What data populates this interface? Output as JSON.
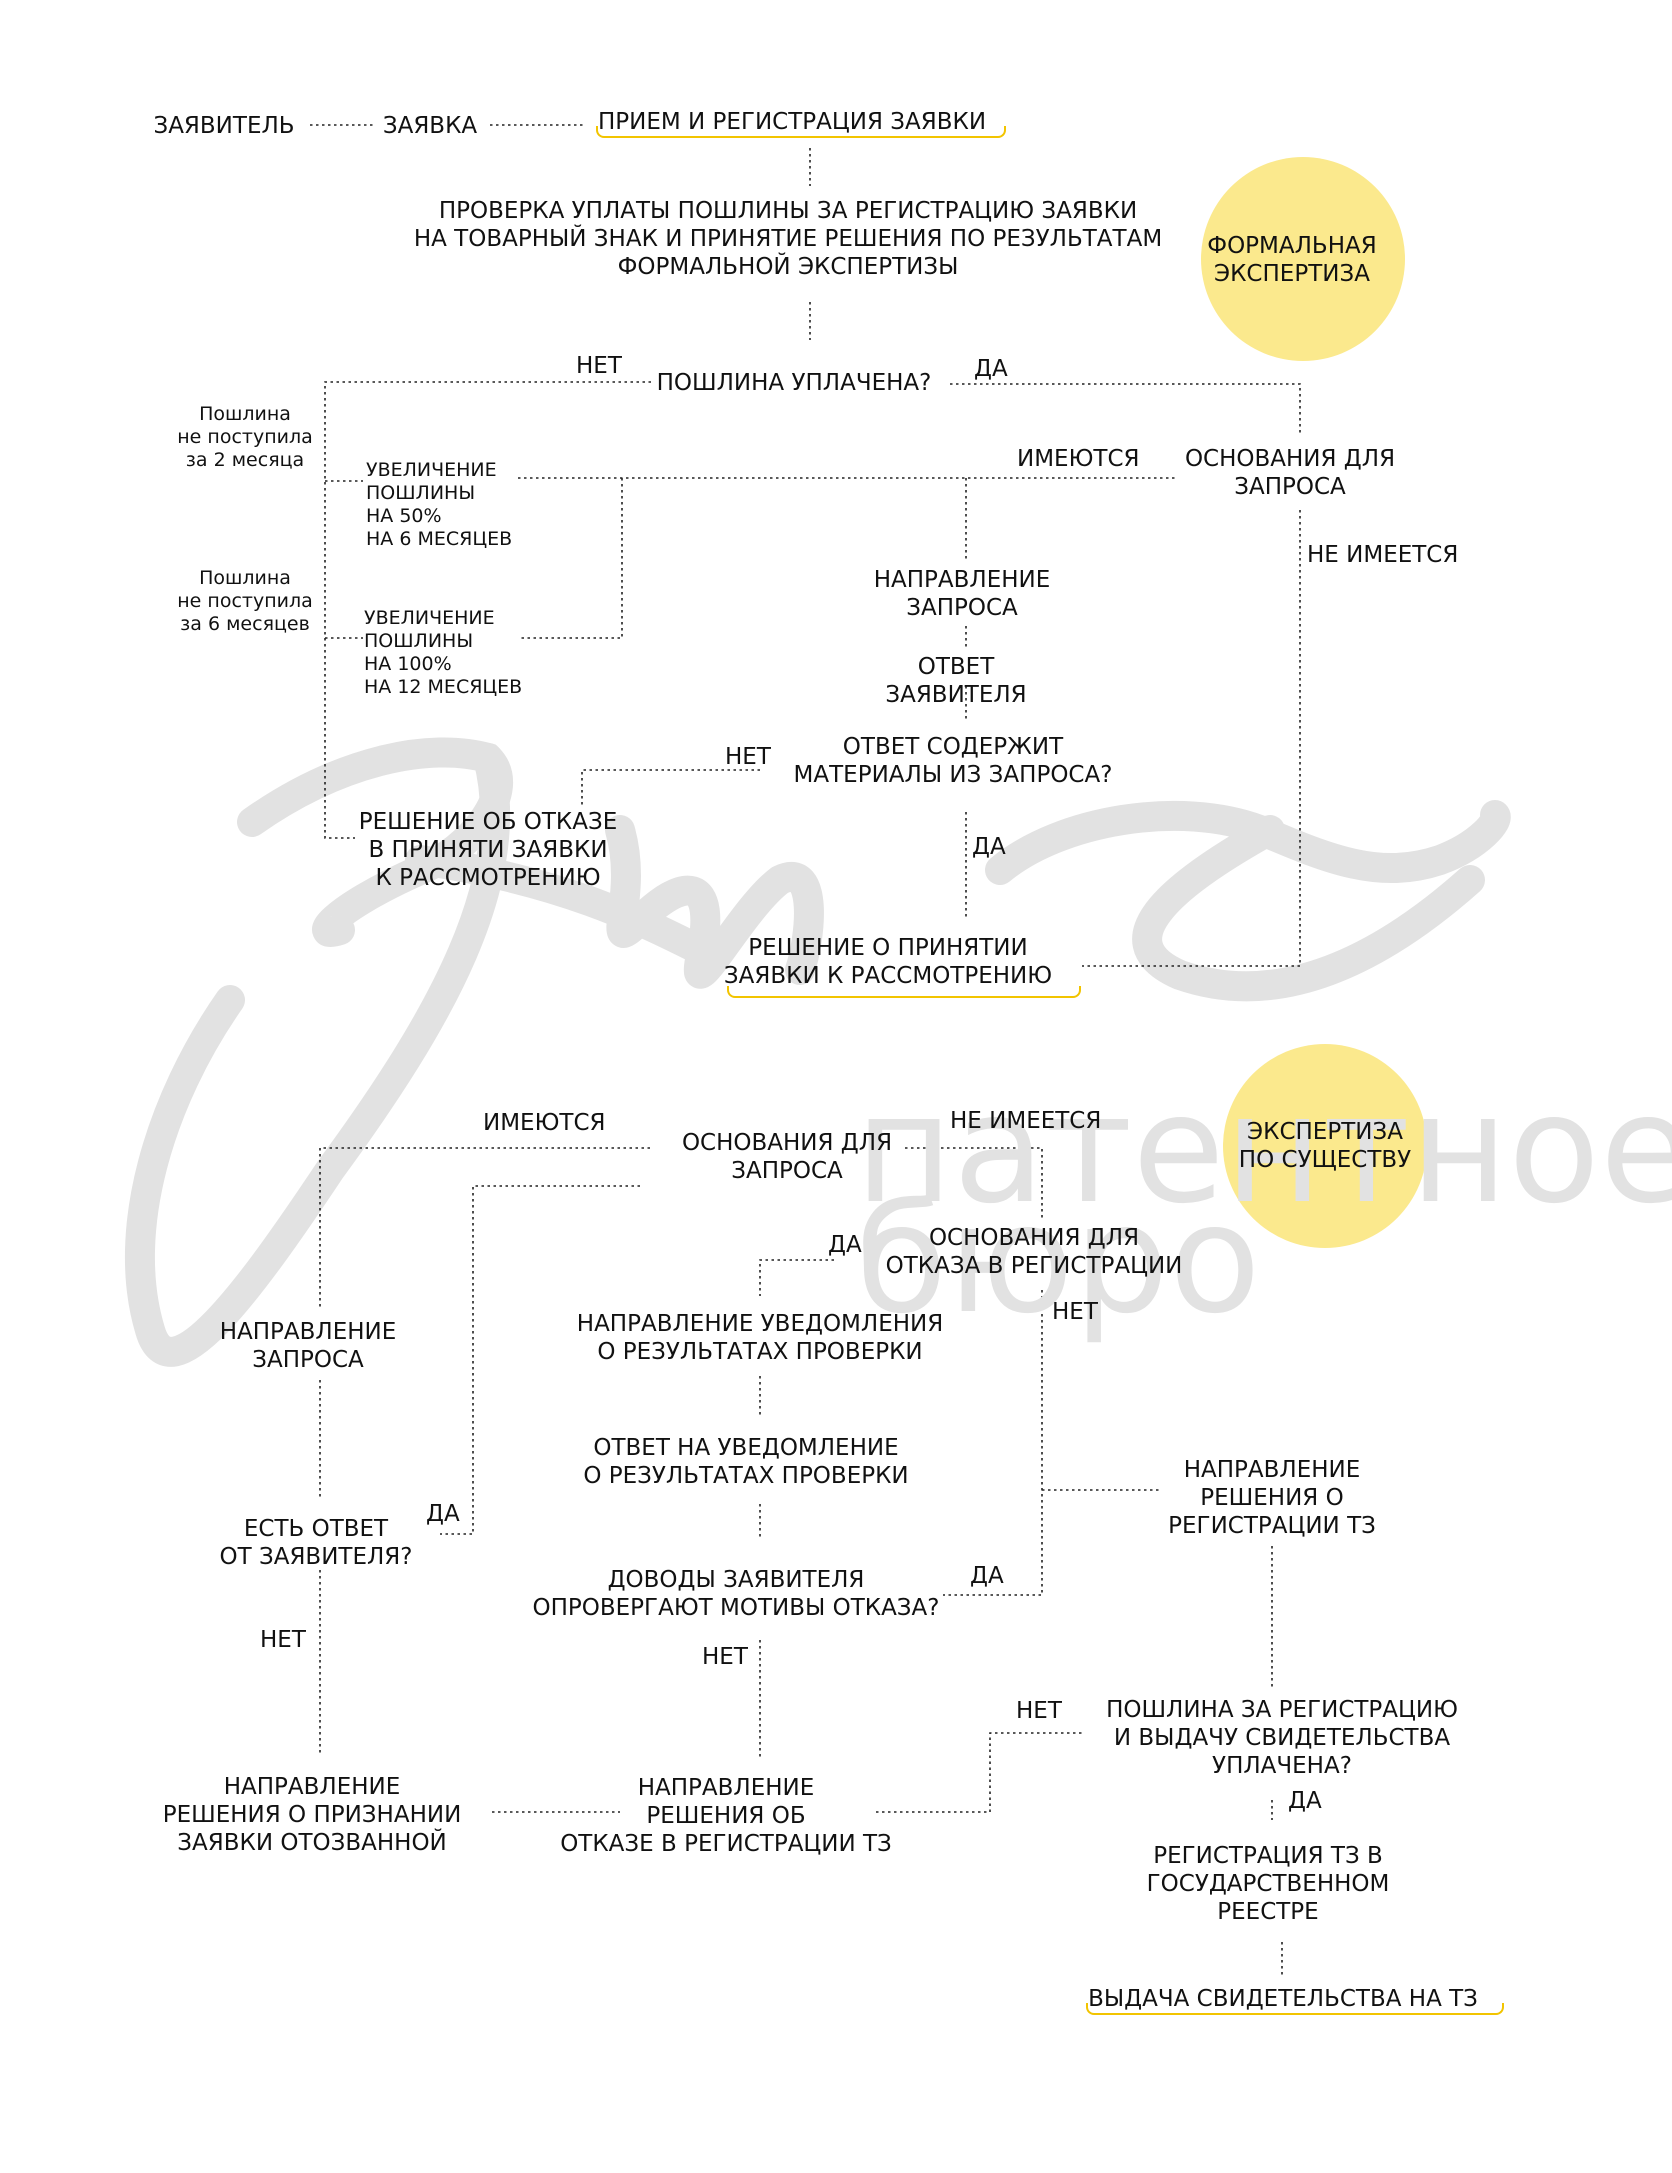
{
  "colors": {
    "accent_circle": "#fbe98d",
    "underline": "#f2c400",
    "line": "#222222",
    "watermark": "#e2e2e2"
  },
  "watermark": {
    "line1": "патентное",
    "line2": "бюро"
  },
  "stage_badges": {
    "formal": "ФОРМАЛЬНАЯ\nЭКСПЕРТИЗА",
    "substantive": "ЭКСПЕРТИЗА\nПО СУЩЕСТВУ"
  },
  "top": {
    "applicant": "ЗАЯВИТЕЛЬ",
    "application": "ЗАЯВКА",
    "receipt": "ПРИЕМ И РЕГИСТРАЦИЯ ЗАЯВКИ",
    "fee_check": "ПРОВЕРКА УПЛАТЫ ПОШЛИНЫ ЗА РЕГИСТРАЦИЮ ЗАЯВКИ\nНА ТОВАРНЫЙ ЗНАК И ПРИНЯТИЕ РЕШЕНИЯ ПО РЕЗУЛЬТАТАМ\nФОРМАЛЬНОЙ ЭКСПЕРТИЗЫ",
    "fee_paid_q": "ПОШЛИНА УПЛАЧЕНА?",
    "no": "НЕТ",
    "yes": "ДА",
    "not_received_2": "Пошлина\nне поступила\nза 2 месяца",
    "not_received_6": "Пошлина\nне поступила\nза 6 месяцев",
    "increase_50": "УВЕЛИЧЕНИЕ\nПОШЛИНЫ\nНА 50%\nНА 6 МЕСЯЦЕВ",
    "increase_100": "УВЕЛИЧЕНИЕ\nПОШЛИНЫ\nНА 100%\nНА 12 МЕСЯЦЕВ",
    "grounds_request": "ОСНОВАНИЯ ДЛЯ\nЗАПРОСА",
    "exist": "ИМЕЮТСЯ",
    "not_exist": "НЕ ИМЕЕТСЯ",
    "send_request": "НАПРАВЛЕНИЕ\nЗАПРОСА",
    "applicant_answer": "ОТВЕТ\nЗАЯВИТЕЛЯ",
    "answer_contains_q": "ОТВЕТ СОДЕРЖИТ\nМАТЕРИАЛЫ ИЗ ЗАПРОСА?",
    "answer_no": "НЕТ",
    "answer_yes": "ДА",
    "refusal_acceptance": "РЕШЕНИЕ ОБ ОТКАЗЕ\nВ ПРИНЯТИ ЗАЯВКИ\nК РАССМОТРЕНИЮ",
    "acceptance_decision": "РЕШЕНИЕ О ПРИНЯТИИ\nЗАЯВКИ К РАССМОТРЕНИЮ"
  },
  "bottom": {
    "exist": "ИМЕЮТСЯ",
    "grounds_request": "ОСНОВАНИЯ ДЛЯ\nЗАПРОСА",
    "not_exist": "НЕ ИМЕЕТСЯ",
    "grounds_refusal": "ОСНОВАНИЯ ДЛЯ\nОТКАЗА В РЕГИСТРАЦИИ",
    "refusal_yes": "ДА",
    "refusal_no": "НЕТ",
    "send_request": "НАПРАВЛЕНИЕ\nЗАПРОСА",
    "notification": "НАПРАВЛЕНИЕ УВЕДОМЛЕНИЯ\nО РЕЗУЛЬТАТАХ ПРОВЕРКИ",
    "reply_notification": "ОТВЕТ НА УВЕДОМЛЕНИЕ\nО РЕЗУЛЬТАТАХ ПРОВЕРКИ",
    "answer_q": "ЕСТЬ ОТВЕТ\nОТ ЗАЯВИТЕЛЯ?",
    "answer_yes": "ДА",
    "answer_no": "НЕТ",
    "arguments_q": "ДОВОДЫ ЗАЯВИТЕЛЯ\nОПРОВЕРГАЮТ МОТИВЫ ОТКАЗА?",
    "arguments_yes": "ДА",
    "arguments_no": "НЕТ",
    "registration_decision": "НАПРАВЛЕНИЕ\nРЕШЕНИЯ О\nРЕГИСТРАЦИИ ТЗ",
    "withdrawn_decision": "НАПРАВЛЕНИЕ\nРЕШЕНИЯ О ПРИЗНАНИИ\nЗАЯВКИ ОТОЗВАННОЙ",
    "refusal_decision": "НАПРАВЛЕНИЕ\nРЕШЕНИЯ ОБ\nОТКАЗЕ В РЕГИСТРАЦИИ ТЗ",
    "fee_q": "ПОШЛИНА ЗА РЕГИСТРАЦИЮ\nИ ВЫДАЧУ СВИДЕТЕЛЬСТВА\nУПЛАЧЕНА?",
    "fee_no": "НЕТ",
    "fee_yes": "ДА",
    "registry": "РЕГИСТРАЦИЯ ТЗ В\nГОСУДАРСТВЕННОМ\nРЕЕСТРЕ",
    "certificate": "ВЫДАЧА СВИДЕТЕЛЬСТВА НА ТЗ"
  }
}
